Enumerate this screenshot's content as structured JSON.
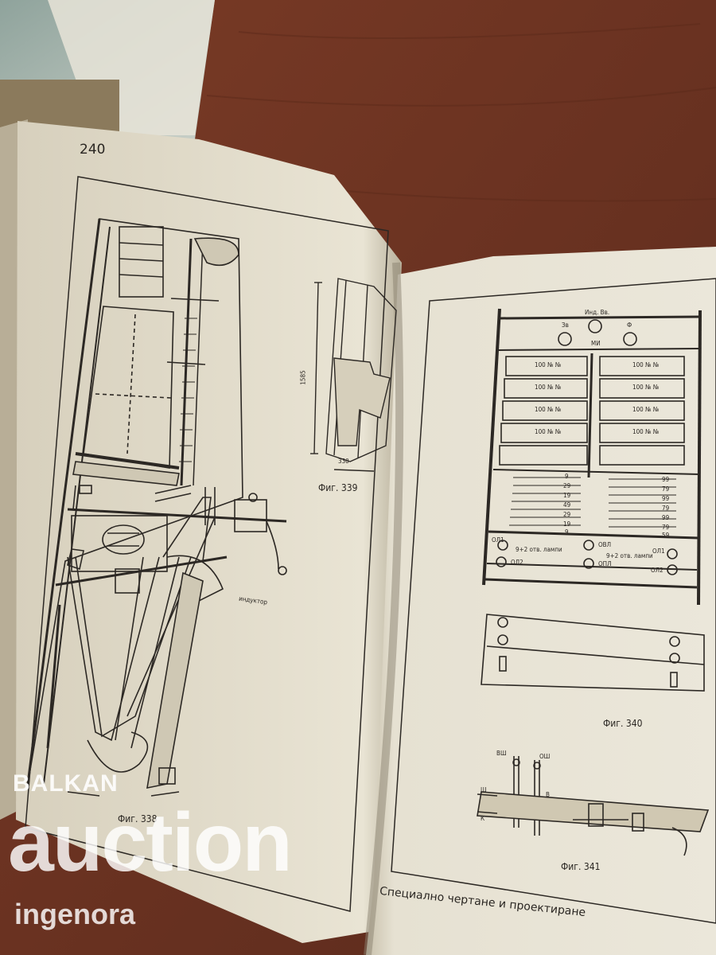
{
  "left_page": {
    "page_number": "240",
    "figure_338_caption": "Фиг. 338",
    "figure_339_caption": "Фиг. 339",
    "label_inductor": "индуктор",
    "dimension_height": "1585",
    "dimension_width": "330"
  },
  "right_page": {
    "figure_340_caption": "Фиг. 340",
    "figure_341_caption": "Фиг. 341",
    "footer_text": "Специално чертане и проектиране",
    "panel_top_label": "Инд. Вв.",
    "label_zv": "Зв",
    "label_f": "Ф",
    "label_mi": "МИ",
    "strip_labels": [
      "100 № №",
      "100 № №",
      "100 № №",
      "100 № №"
    ],
    "left_terminal_numbers": [
      "9",
      "29",
      "19",
      "49",
      "29",
      "19",
      "9"
    ],
    "right_terminal_numbers": [
      "99",
      "79",
      "99",
      "79",
      "99",
      "79",
      "59"
    ],
    "label_ol1": "ОЛ1",
    "label_ol2": "ОЛ2",
    "label_ovl": "ОВЛ",
    "label_opl": "ОПЛ",
    "text_lamps": "9+2 отв. лампи",
    "label_vsh": "ВШ",
    "label_osh": "ОШ",
    "label_sh": "Ш",
    "label_v": "В",
    "label_k": "К"
  },
  "watermark": {
    "line1": "BALKAN",
    "line2": "auction",
    "line3": "ingenora"
  }
}
